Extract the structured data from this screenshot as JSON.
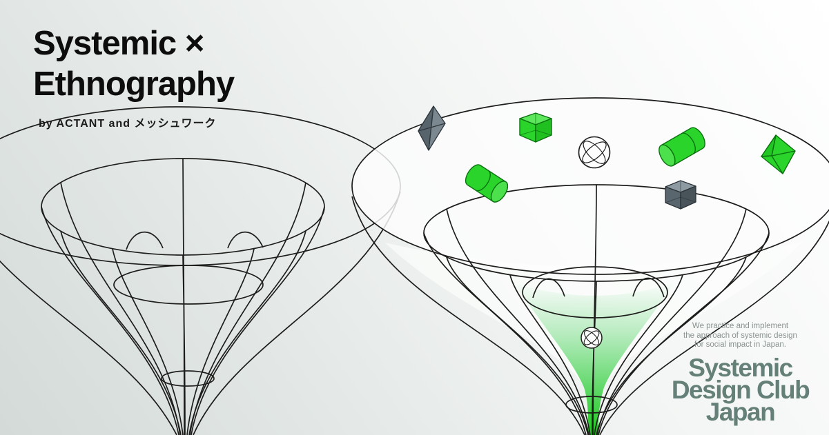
{
  "page": {
    "title_line1": "Systemic ×",
    "title_line2": "Ethnography",
    "byline": "by ACTANT and メッシュワーク"
  },
  "branding": {
    "tagline_line1": "We practice and implement",
    "tagline_line2": "the approach of systemic design",
    "tagline_line3": "for social impact in Japan.",
    "logo_line1": "Systemic",
    "logo_line2": "Design Club",
    "logo_line3": "Japan"
  },
  "illustration": {
    "floating_shapes": [
      {
        "name": "octahedron",
        "color": "#6d7a82"
      },
      {
        "name": "cube",
        "color": "#2bd42b"
      },
      {
        "name": "sphere",
        "color": "#fdfdfd"
      },
      {
        "name": "cylinder",
        "color": "#2bd42b"
      },
      {
        "name": "cylinder",
        "color": "#2bd42b"
      },
      {
        "name": "cube",
        "color": "#5a666d"
      },
      {
        "name": "octahedron",
        "color": "#2bd42b"
      },
      {
        "name": "sphere",
        "color": "#fdfdfd"
      }
    ]
  },
  "colors": {
    "accent_green": "#2bd42b",
    "green_stroke": "#0b7210",
    "wireframe_line": "#1d1d1b",
    "slate_gray": "#5f6b72",
    "logo_text": "#658078",
    "tagline_text": "#8b948f",
    "background_light": "#ffffff",
    "background_dark": "#d3dad8"
  }
}
